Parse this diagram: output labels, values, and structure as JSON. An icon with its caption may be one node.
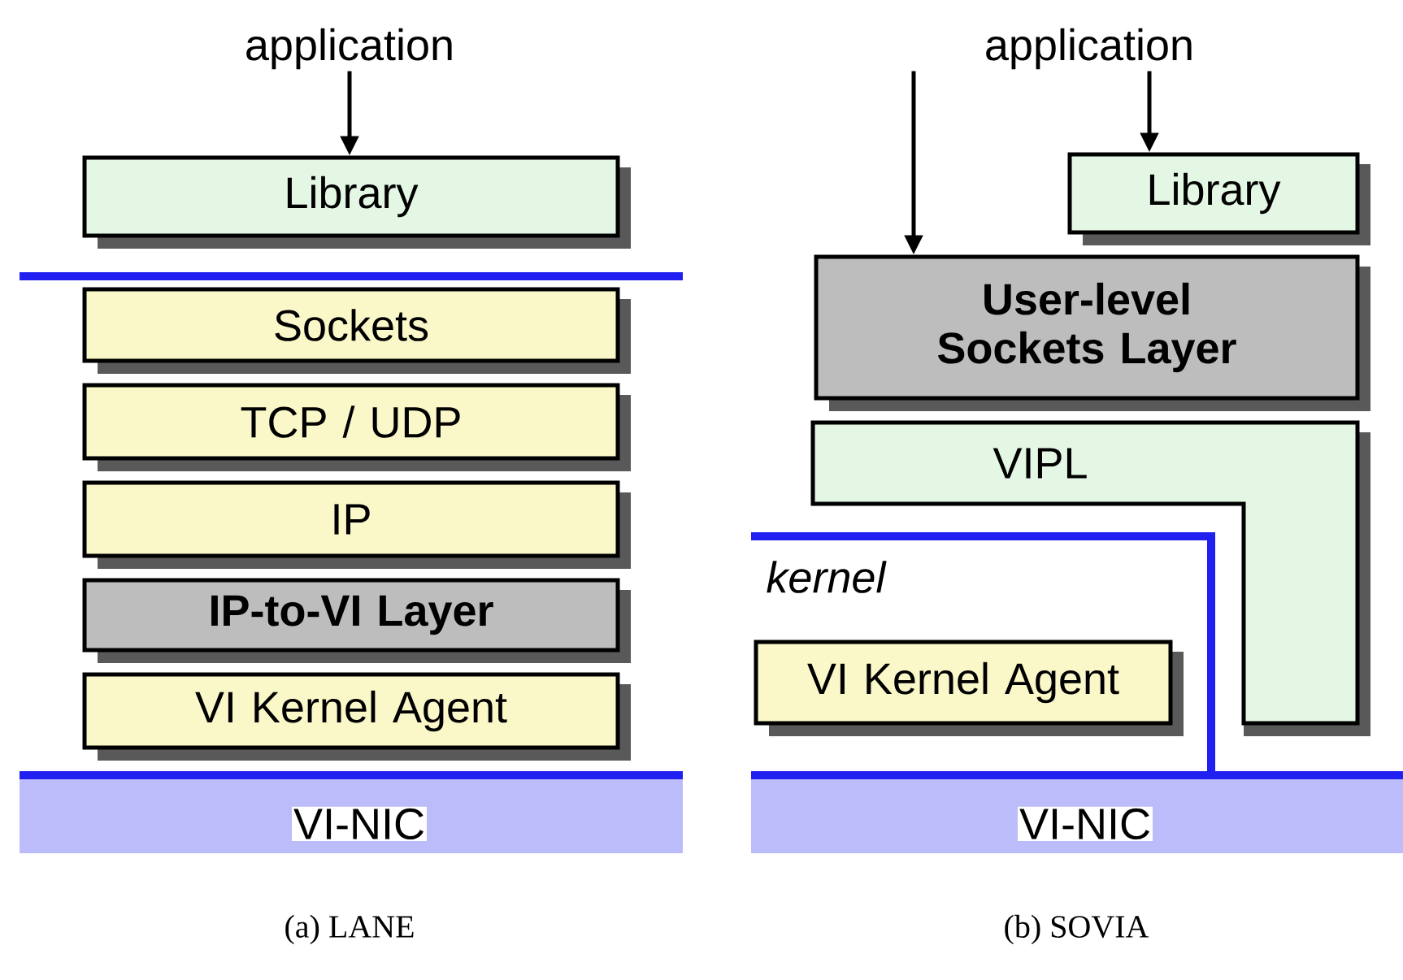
{
  "diagram": {
    "nodes": [
      {
        "text": [
          "application"
        ]
      },
      {
        "text": [
          "Library"
        ]
      },
      {
        "text": [
          "Sockets"
        ]
      },
      {
        "text": [
          "TCP / UDP"
        ]
      },
      {
        "text": [
          "IP"
        ]
      },
      {
        "text": [
          "IP-to-VI Layer"
        ]
      },
      {
        "text": [
          "VI Kernel Agent"
        ]
      },
      {
        "text": [
          "VI-NIC"
        ]
      },
      {
        "text": [
          "application"
        ]
      },
      {
        "text": [
          "Library"
        ]
      },
      {
        "text": [
          "User-level Sockets Layer"
        ]
      },
      {
        "text": [
          "VIPL"
        ]
      },
      {
        "text": [
          "VI Kernel Agent"
        ]
      },
      {
        "text": [
          "VI-NIC"
        ]
      }
    ],
    "edges": [
      {
        "from": 0,
        "to": 1,
        "arrow": "to"
      },
      {
        "from": 8,
        "to": 10,
        "arrow": "to"
      },
      {
        "from": 8,
        "to": 9,
        "arrow": "to"
      }
    ],
    "labels": [
      "kernel",
      "(a) LANE",
      "(b) SOVIA"
    ]
  }
}
